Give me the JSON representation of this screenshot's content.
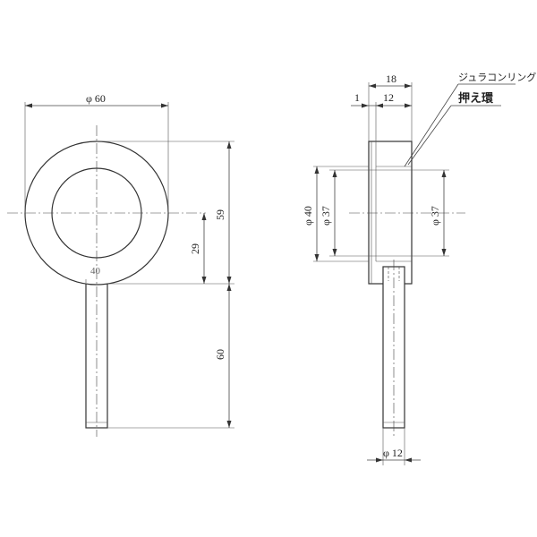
{
  "front_view": {
    "outer_dia_label": "φ 60",
    "height_label": "59",
    "center_height_label": "29",
    "inner_mark": "40",
    "handle_length_label": "60"
  },
  "side_view": {
    "total_width_label": "18",
    "step_label": "1",
    "ring_width_label": "12",
    "part_name_1": "ジュラコンリング",
    "part_name_2": "押え環",
    "outer_dia_label": "φ 40",
    "inner_dia_label_left": "φ 37",
    "inner_dia_label_right": "φ 37",
    "handle_dia_label": "φ 12"
  }
}
